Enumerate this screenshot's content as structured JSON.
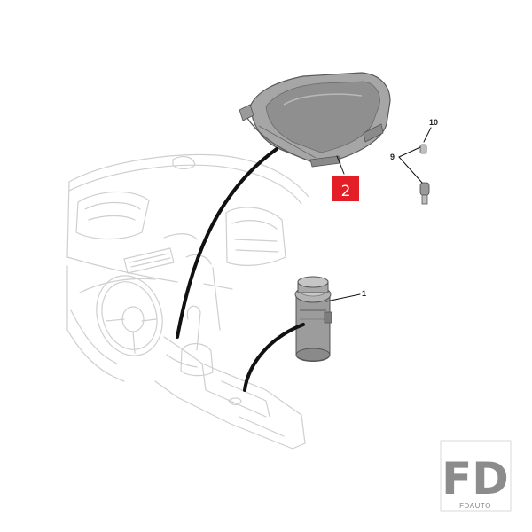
{
  "callouts": {
    "part_1": "1",
    "part_2": "2",
    "part_9": "9",
    "part_10": "10"
  },
  "watermark": {
    "letters": "FD",
    "subtext": "FDAUTO"
  },
  "colors": {
    "badge": "#e41e26",
    "line_art": "#cfcfcf",
    "part_fill": "#9a9a9a",
    "leader": "#111111"
  }
}
